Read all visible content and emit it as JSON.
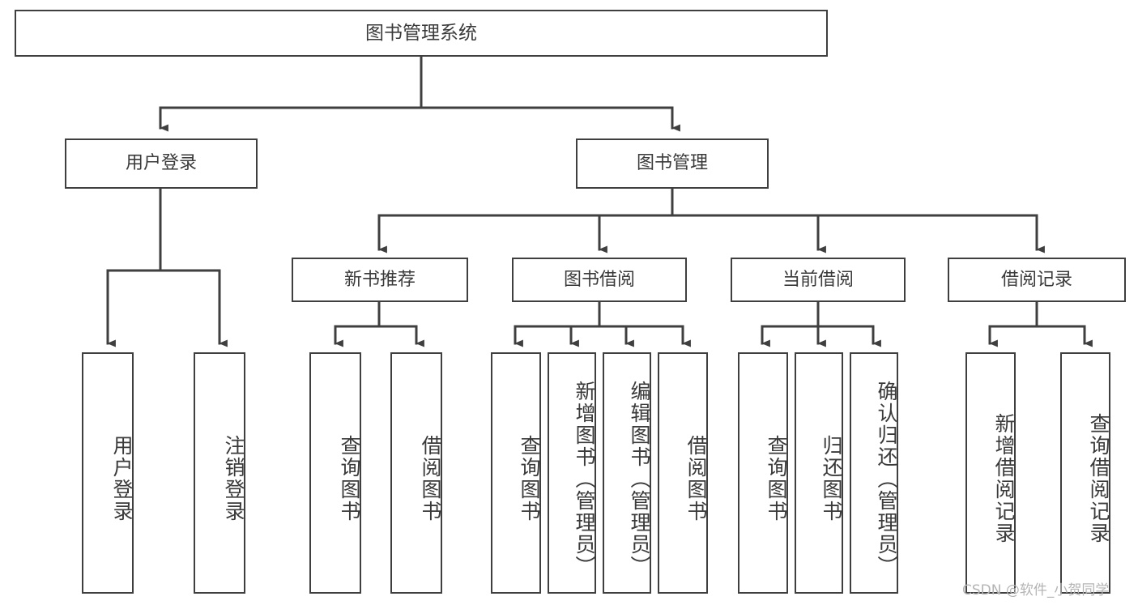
{
  "diagram": {
    "title": "图书管理系统",
    "type": "tree",
    "orientation": "top-down",
    "colors": {
      "box_border": "#3f3f3f",
      "box_fill": "#ffffff",
      "text": "#3a3a3a",
      "edge": "#3f3f3f",
      "watermark": "#b4b4b4",
      "background": "#ffffff"
    },
    "watermark": "CSDN @软件_小贺同学",
    "nodes": {
      "root": {
        "label": "图书管理系统"
      },
      "level1": [
        {
          "id": "user-login",
          "label": "用户登录"
        },
        {
          "id": "book-manage",
          "label": "图书管理"
        }
      ],
      "level2": [
        {
          "id": "new-book-recommend",
          "label": "新书推荐"
        },
        {
          "id": "book-borrow",
          "label": "图书借阅"
        },
        {
          "id": "current-borrow",
          "label": "当前借阅"
        },
        {
          "id": "borrow-record",
          "label": "借阅记录"
        }
      ],
      "leaves": {
        "user-login": [
          {
            "id": "leaf-user-login",
            "label": "用户登录"
          },
          {
            "id": "leaf-logout-login",
            "label": "注销登录"
          }
        ],
        "new-book-recommend": [
          {
            "id": "leaf-query-book-1",
            "label": "查询图书"
          },
          {
            "id": "leaf-borrow-book-1",
            "label": "借阅图书"
          }
        ],
        "book-borrow": [
          {
            "id": "leaf-query-book-2",
            "label": "查询图书"
          },
          {
            "id": "leaf-add-book",
            "label": "新增图书（管理员）"
          },
          {
            "id": "leaf-edit-book",
            "label": "编辑图书（管理员）"
          },
          {
            "id": "leaf-borrow-book-2",
            "label": "借阅图书"
          }
        ],
        "current-borrow": [
          {
            "id": "leaf-query-book-3",
            "label": "查询图书"
          },
          {
            "id": "leaf-return-book",
            "label": "归还图书"
          },
          {
            "id": "leaf-confirm-return",
            "label": "确认归还（管理员）"
          }
        ],
        "borrow-record": [
          {
            "id": "leaf-add-record",
            "label": "新增借阅记录"
          },
          {
            "id": "leaf-query-record",
            "label": "查询借阅记录"
          }
        ]
      }
    }
  }
}
